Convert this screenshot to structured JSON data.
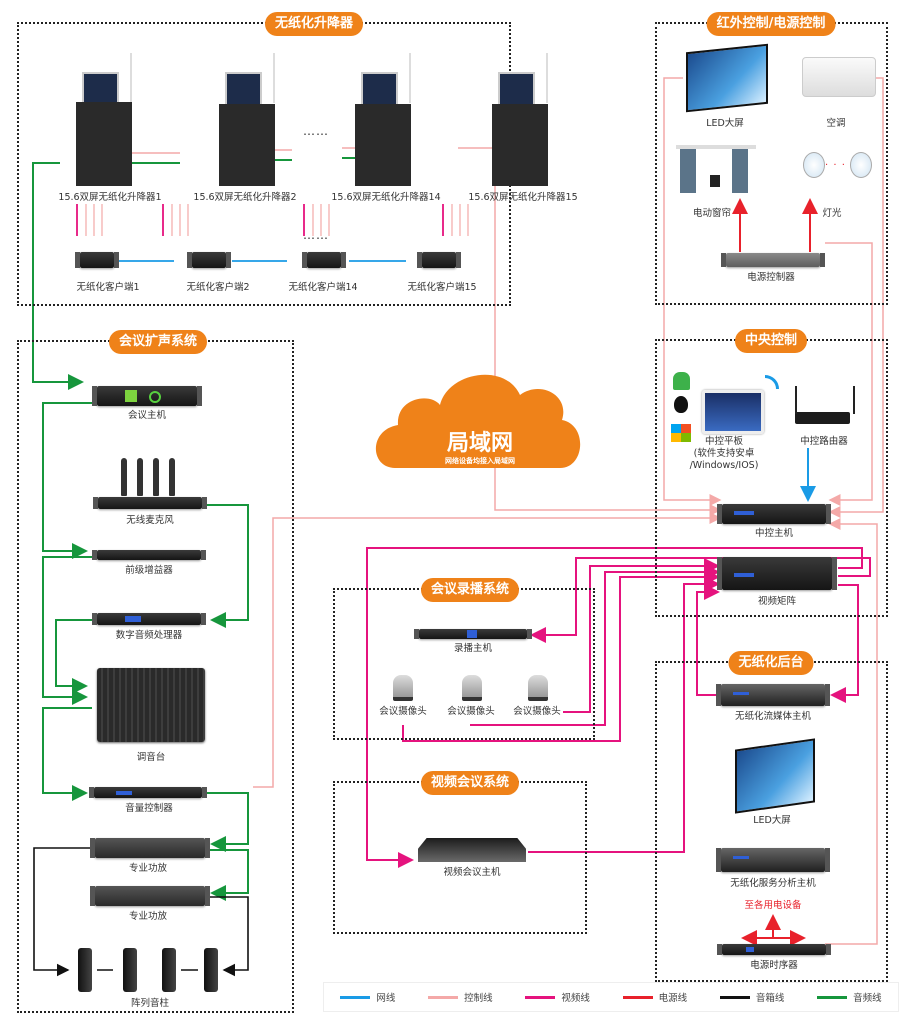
{
  "colors": {
    "accent": "#ef8219",
    "network": "#1a9be6",
    "control": "#f4a9a8",
    "video": "#e5137e",
    "power": "#e8212b",
    "speaker": "#111111",
    "audio": "#16963c"
  },
  "zones": {
    "paperless_lift": {
      "title": "无纸化升降器",
      "lifts": [
        "15.6双屏无纸化升降器1",
        "15.6双屏无纸化升降器2",
        "15.6双屏无纸化升降器14",
        "15.6双屏无纸化升降器15"
      ],
      "clients": [
        "无纸化客户端1",
        "无纸化客户端2",
        "无纸化客户端14",
        "无纸化客户端15"
      ],
      "ellipsis": "……"
    },
    "ir_power": {
      "title": "红外控制/电源控制",
      "led": "LED大屏",
      "ac": "空调",
      "curtain": "电动窗帘",
      "light": "灯光",
      "power_controller": "电源控制器",
      "light_dots": "· · ·"
    },
    "audio": {
      "title": "会议扩声系统",
      "conference_host": "会议主机",
      "wireless_mic": "无线麦克风",
      "preamp": "前级增益器",
      "dsp": "数字音频处理器",
      "mixer": "调音台",
      "volume_controller": "音量控制器",
      "amp1": "专业功放",
      "amp2": "专业功放",
      "speakers": "阵列音柱"
    },
    "central": {
      "title": "中央控制",
      "tablet_line1": "中控平板",
      "tablet_line2": "(软件支持安卓",
      "tablet_line3": "/Windows/IOS)",
      "router": "中控路由器",
      "control_host": "中控主机",
      "video_matrix": "视频矩阵"
    },
    "recording": {
      "title": "会议录播系统",
      "recorder": "录播主机",
      "cameras": [
        "会议摄像头",
        "会议摄像头",
        "会议摄像头"
      ]
    },
    "video_conf": {
      "title": "视频会议系统",
      "host": "视频会议主机"
    },
    "backend": {
      "title": "无纸化后台",
      "streaming": "无纸化流媒体主机",
      "led": "LED大屏",
      "server": "无纸化服务分析主机",
      "note": "至各用电设备",
      "sequencer": "电源时序器"
    }
  },
  "cloud": {
    "title": "局域网",
    "subtitle": "网络设备均接入局域网"
  },
  "legend": [
    {
      "label": "网线",
      "color": "#1a9be6"
    },
    {
      "label": "控制线",
      "color": "#f4a9a8"
    },
    {
      "label": "视频线",
      "color": "#e5137e"
    },
    {
      "label": "电源线",
      "color": "#e8212b"
    },
    {
      "label": "音箱线",
      "color": "#111111"
    },
    {
      "label": "音频线",
      "color": "#16963c"
    }
  ]
}
